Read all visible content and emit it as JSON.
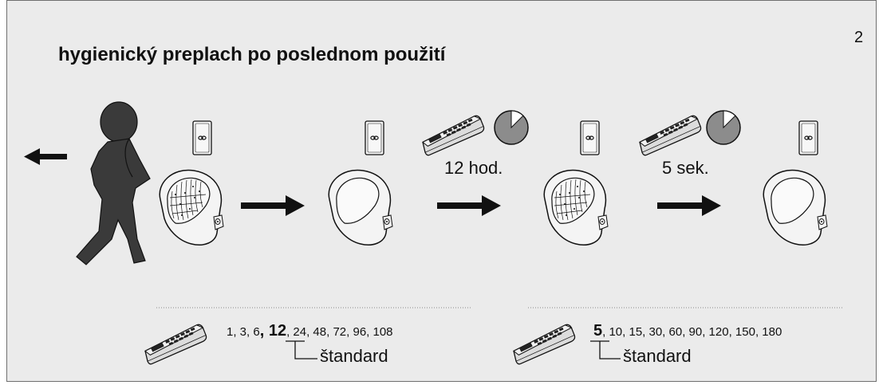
{
  "page_number": "2",
  "title": "hygienický preplach po poslednom použití",
  "interval_hours_label": "12 hod.",
  "interval_seconds_label": "5 sek.",
  "hours_options": {
    "before": "1, 3, 6",
    "highlight": "12",
    "after": ", 24, 48, 72, 96, 108",
    "standard_label": "štandard"
  },
  "seconds_options": {
    "highlight": "5",
    "after": ", 10, 15, 30, 60, 90, 120, 150, 180",
    "standard_label": "štandard"
  },
  "colors": {
    "background": "#ebebeb",
    "figure": "#3a3a3a",
    "clock_face": "#8c8c8c",
    "arrow": "#111111"
  },
  "icons": [
    "walking-person-icon",
    "sensor-panel-icon",
    "urinal-icon",
    "remote-control-icon",
    "clock-icon",
    "right-arrow-icon",
    "left-arrow-icon"
  ]
}
